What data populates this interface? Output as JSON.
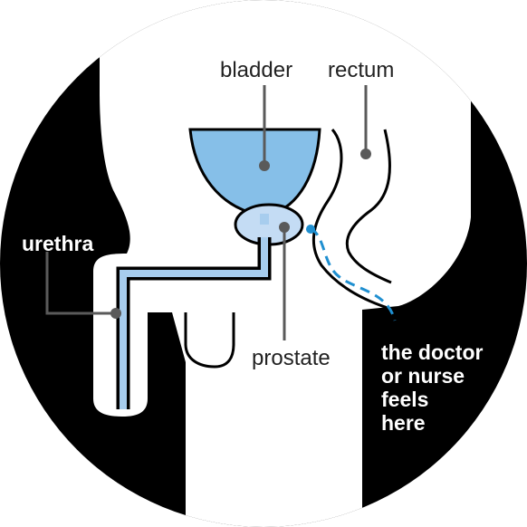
{
  "labels": {
    "bladder": "bladder",
    "rectum": "rectum",
    "urethra": "urethra",
    "prostate": "prostate",
    "exam_note": [
      "the doctor",
      "or nurse",
      "feels",
      "here"
    ]
  },
  "colors": {
    "background": "#000000",
    "body": "#ffffff",
    "bladder_fill": "#86bfe8",
    "prostate_fill": "#c4dcf4",
    "urethra_fill": "#a7cdee",
    "outline": "#000000",
    "leader_line": "#5a5a5a",
    "finger_path": "#1f8fd0",
    "label_dark": "#222222",
    "label_light": "#ffffff"
  }
}
